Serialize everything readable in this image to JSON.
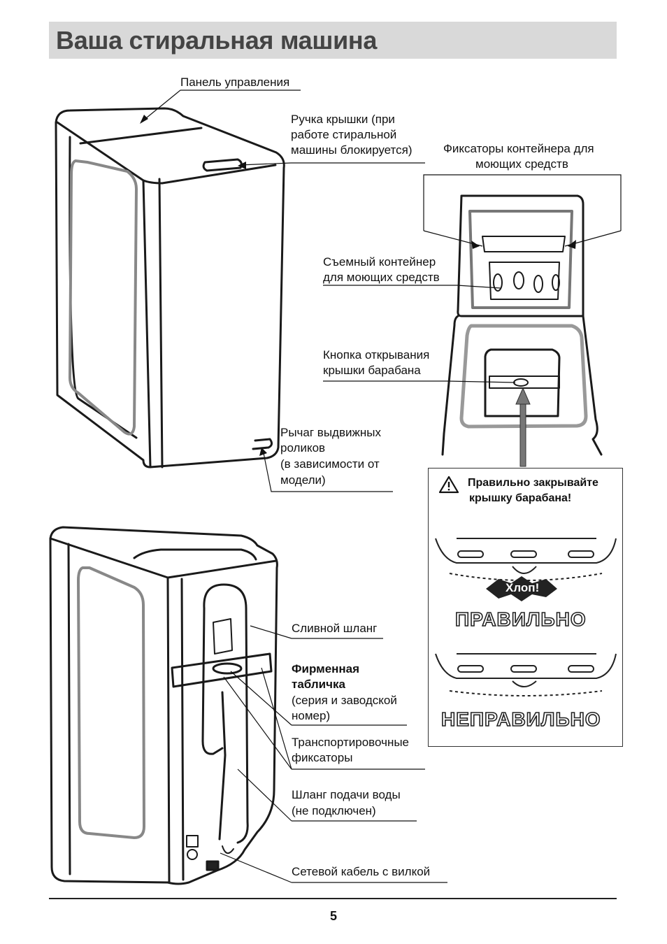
{
  "page": {
    "title": "Ваша стиральная машина",
    "page_number": "5"
  },
  "labels": {
    "control_panel": "Панель управления",
    "lid_handle": [
      "Ручка крышки (при",
      "работе стиральной",
      "машины блокируется)"
    ],
    "container_latches": [
      "Фиксаторы контейнера для",
      "моющих средств"
    ],
    "removable_container": [
      "Съемный контейнер",
      "для моющих средств"
    ],
    "drum_lid_button": [
      "Кнопка открывания",
      "крышки барабана"
    ],
    "wheel_lever": [
      "Рычаг выдвижных",
      "роликов",
      "(в зависимости от",
      "модели)"
    ],
    "drain_hose": "Сливной шланг",
    "rating_plate_title": [
      "Фирменная",
      "табличка"
    ],
    "rating_plate_note": [
      "(серия и заводской",
      "номер)"
    ],
    "transport_locks": [
      "Транспортировочные",
      "фиксаторы"
    ],
    "water_inlet_hose": [
      "Шланг подачи воды",
      "(не подключен)"
    ],
    "power_cable": "Сетевой кабель с вилкой"
  },
  "warning_panel": {
    "icon": "warning-triangle-icon",
    "text": [
      "Правильно закрывайте",
      "крышку барабана!"
    ],
    "click_sound": "Хлоп!",
    "correct": "ПРАВИЛЬНО",
    "incorrect": "НЕПРАВИЛЬНО"
  }
}
